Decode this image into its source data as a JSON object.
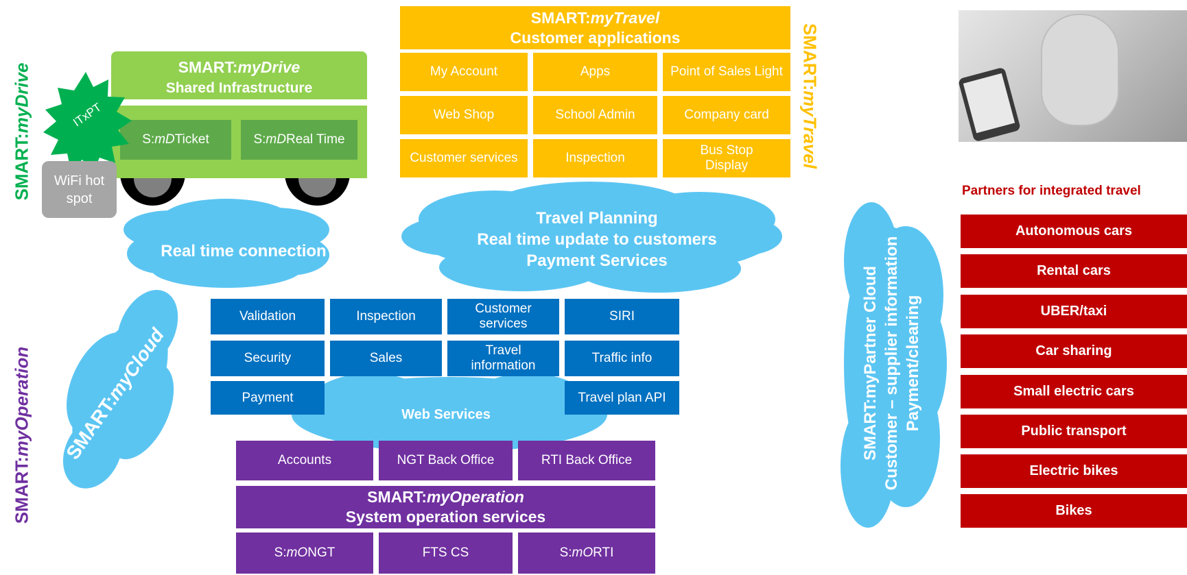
{
  "side_labels": {
    "my_drive": {
      "prefix": "SMART:",
      "italic": "myDrive"
    },
    "my_operation": {
      "prefix": "SMART:",
      "italic": "myOperation"
    },
    "my_travel": {
      "prefix": "SMART:",
      "italic": "myTravel"
    }
  },
  "my_drive": {
    "title_prefix": "SMART:",
    "title_italic": "myDrive",
    "subtitle": "Shared Infrastructure",
    "badge": "ITxPT",
    "ticket": {
      "prefix": "S:",
      "italic": "mD",
      "rest": " Ticket"
    },
    "realtime": {
      "prefix": "S:",
      "italic": "mD",
      "rest": " Real Time"
    },
    "wifi": "WiFi hot spot"
  },
  "my_travel": {
    "title_prefix": "SMART:",
    "title_italic": "myTravel",
    "subtitle": "Customer applications",
    "apps": [
      "My Account",
      "Apps",
      "Point of Sales Light",
      "Web Shop",
      "School Admin",
      "Company card",
      "Customer services",
      "Inspection",
      "Bus Stop Display"
    ]
  },
  "clouds": {
    "realtime_connection": "Real time connection",
    "travel_planning": [
      "Travel Planning",
      "Real time update to customers",
      "Payment Services"
    ],
    "my_cloud": {
      "prefix": "SMART:",
      "italic": "myCloud"
    },
    "web_services": "Web Services",
    "partner_cloud": [
      "SMART:myPartner Cloud",
      "Customer – supplier information",
      "Payment/clearing"
    ]
  },
  "services": [
    "Validation",
    "Inspection",
    "Customer services",
    "SIRI",
    "Security",
    "Sales",
    "Travel information",
    "Traffic info",
    "Payment",
    "Travel plan API"
  ],
  "my_operation": {
    "top": [
      "Accounts",
      "NGT Back Office",
      "RTI Back Office"
    ],
    "title_prefix": "SMART:",
    "title_italic": "myOperation",
    "subtitle": "System operation services",
    "bottom": [
      {
        "prefix": "S:",
        "italic": "mO",
        "rest": " NGT"
      },
      {
        "prefix": "",
        "italic": "",
        "rest": "FTS CS"
      },
      {
        "prefix": "S:",
        "italic": "mO",
        "rest": " RTI"
      }
    ]
  },
  "partners": {
    "title": "Partners for integrated travel",
    "items": [
      "Autonomous cars",
      "Rental cars",
      "UBER/taxi",
      "Car sharing",
      "Small electric cars",
      "Public transport",
      "Electric bikes",
      "Bikes"
    ]
  },
  "colors": {
    "green_label": "#00B050",
    "purple_label": "#7030A0",
    "yellow": "#FFC000",
    "blue": "#0070C0",
    "cloud": "#5BC5F2",
    "red": "#C00000"
  }
}
